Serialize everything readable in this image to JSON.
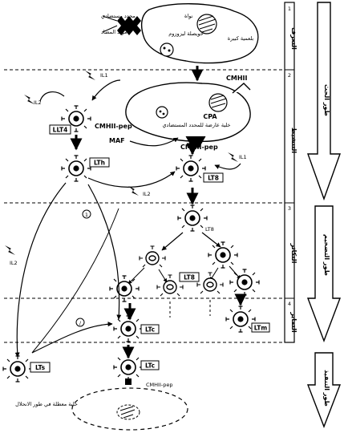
{
  "phases": {
    "p1": "1",
    "p2": "2",
    "p3": "3",
    "p4": "4",
    "recognition": "التعرف",
    "activation": "التنشيط",
    "multiplication": "التكاثر",
    "differentiation": "التمايز"
  },
  "big_arrows": {
    "induction": "طور الحث",
    "amplification": "طور التضخيم",
    "execution": "طور التنفيذ"
  },
  "labels": {
    "antigen_determinant": "محدد مستضادي",
    "antigen": "مولد المضاد",
    "nucleus": "نواة",
    "lysosome_vesicle": "حويصلة ليزوزوم",
    "macrophage": "بلعمية كبيرة",
    "cpa": "CPA",
    "cpa_desc": "خلية عارضة للمحدد المستضادي",
    "cmhii": "CMHII",
    "cmhii_pep_1": "CMHII-pep",
    "cmhii_pep_2": "CMHII-pep",
    "cmhii_pep_3": "CMHII-pep",
    "il1_top": "IL1",
    "il1_right": "IL1",
    "il2_a": "IL2",
    "il2_b": "IL2",
    "il2_c": "IL2",
    "maf": "MAF",
    "lt4": "LLT4",
    "lth": "LTh",
    "lt8_a": "LT8",
    "lt8_b": "LT8",
    "lt8_c": "LT8",
    "ltc_a": "LTc",
    "ltc_b": "LTc",
    "ltm": "LTm",
    "lts": "LTs",
    "circle_1": "1",
    "circle_2": "/",
    "target_cell": "خلية معطلة في طور الانحلال"
  }
}
